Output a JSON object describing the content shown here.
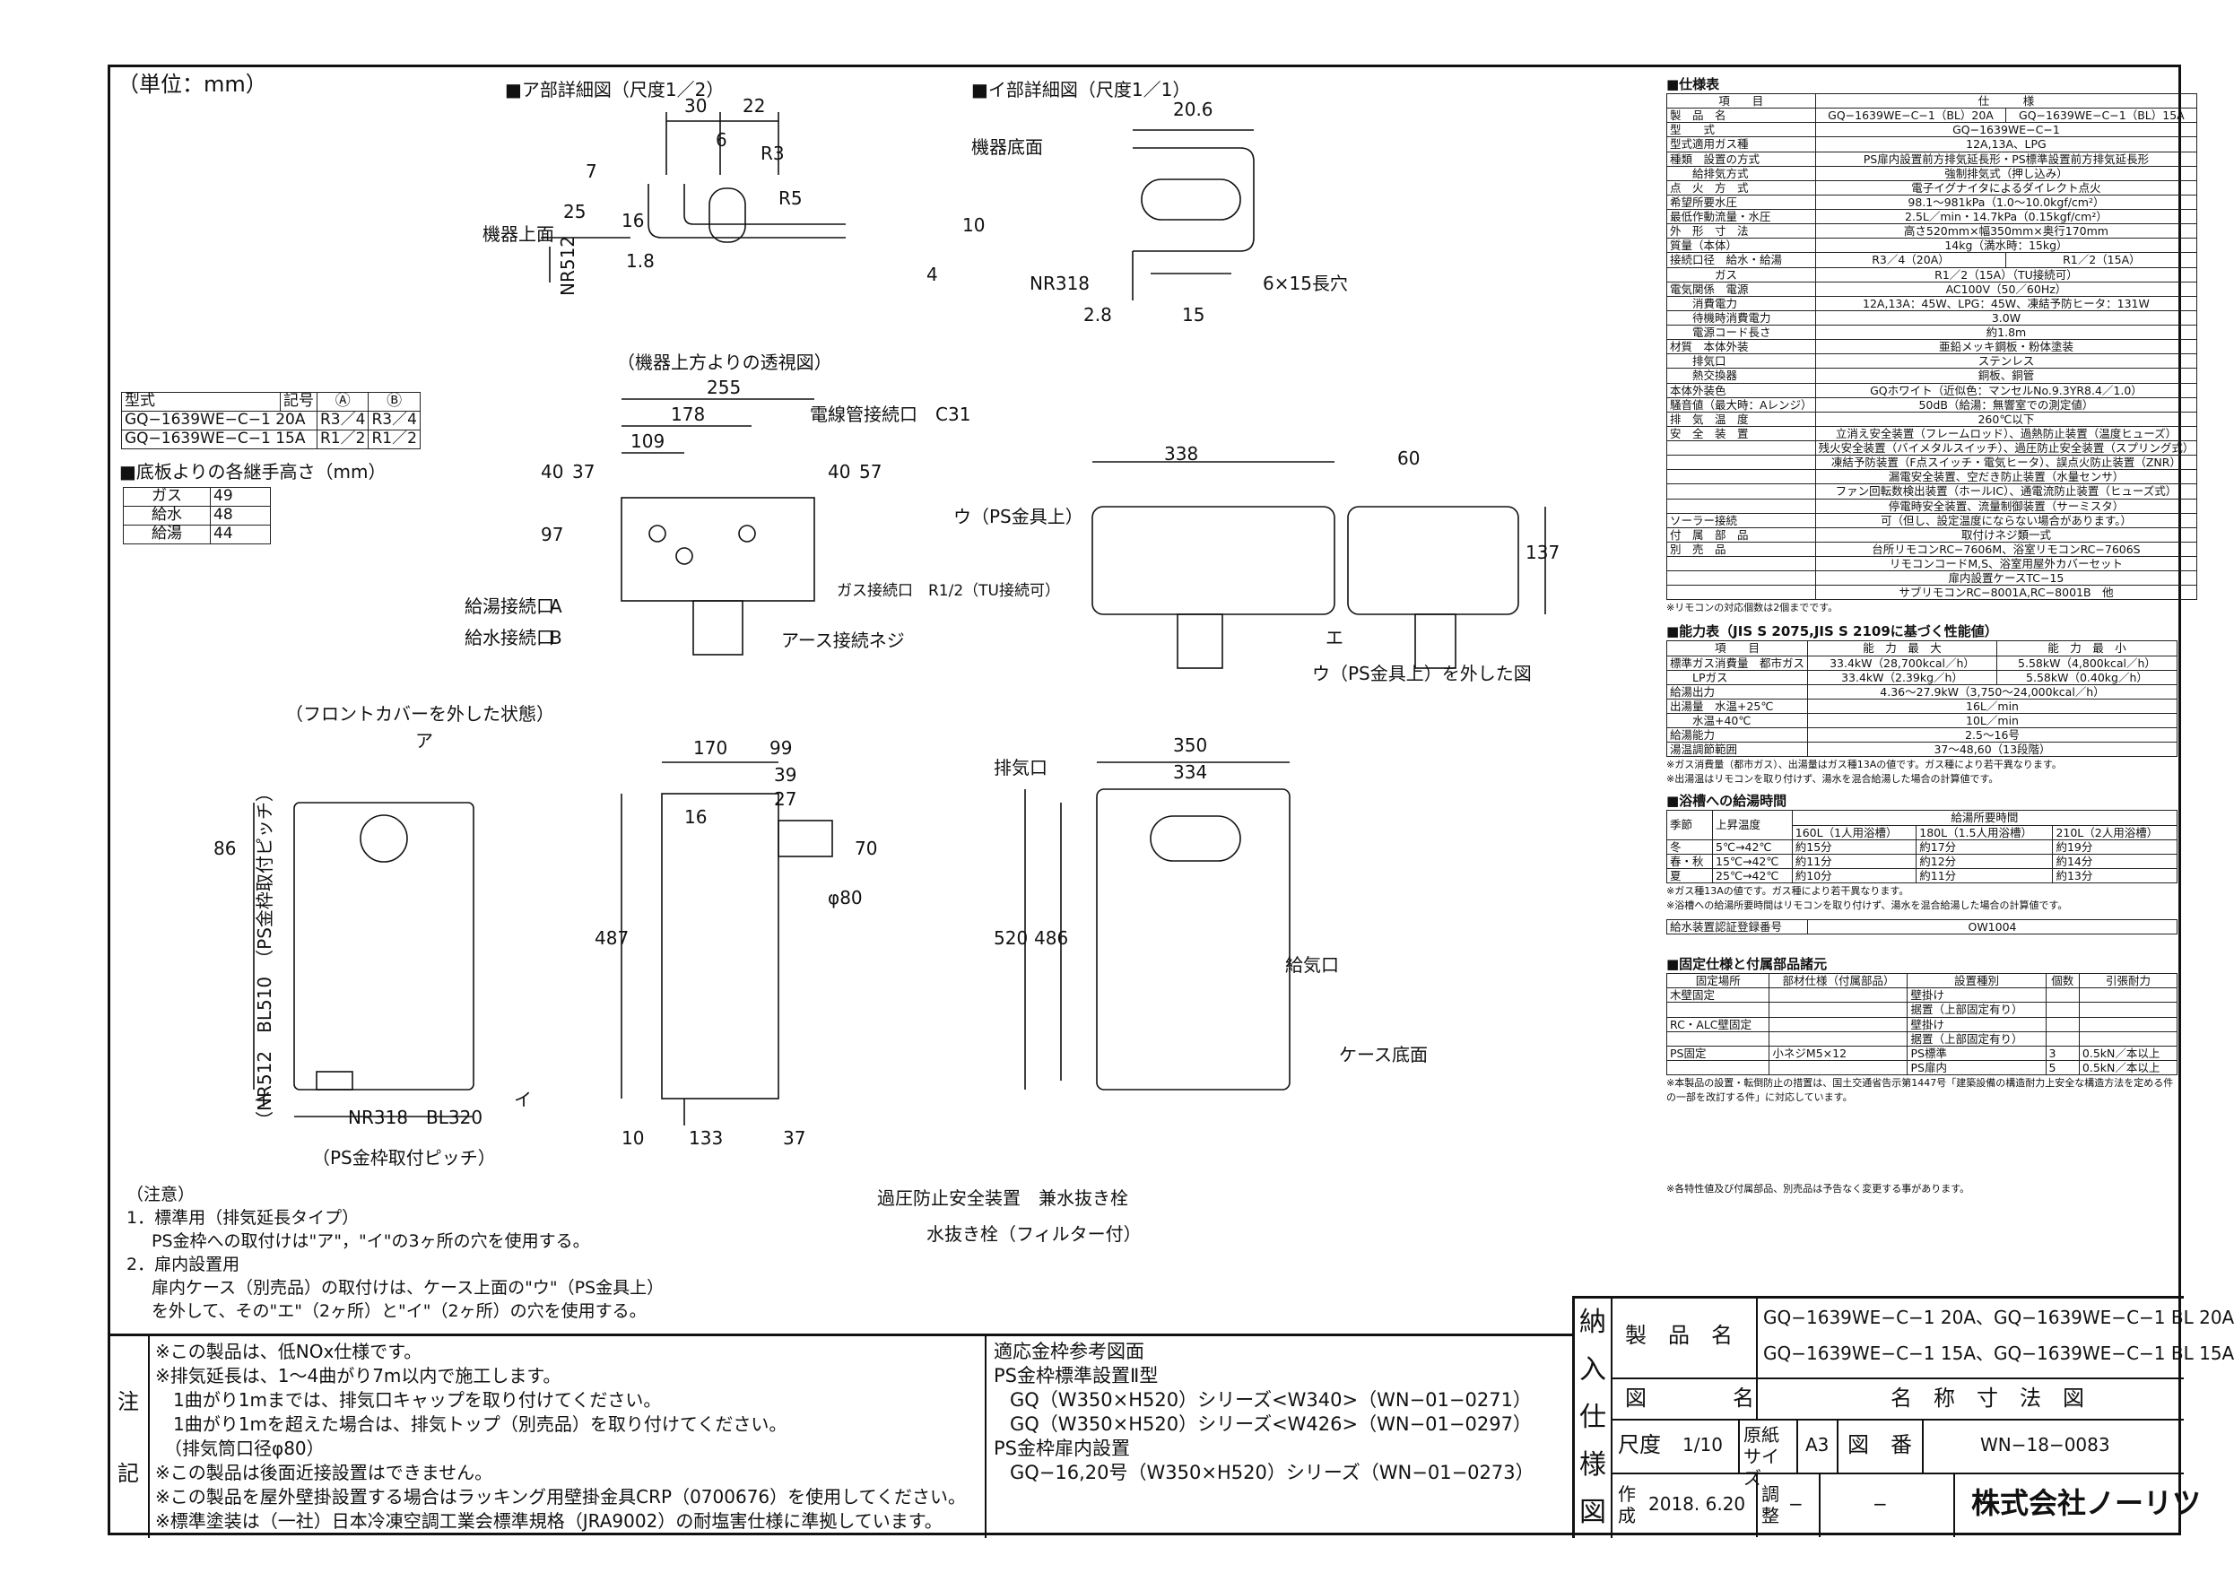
{
  "unit_label": "（単位：mm）",
  "views": {
    "detail_a": "■ア部詳細図（尺度1／2）",
    "detail_i": "■イ部詳細図（尺度1／1）",
    "top_view": "（機器上方よりの透視図）",
    "front_view": "（フロントカバーを外した状態）",
    "ps_removed": "ウ（PS金具上）を外した図"
  },
  "labels": {
    "kiki_joumen": "機器上面",
    "kiki_teimen": "機器底面",
    "nr512": "NR512",
    "nr318": "NR318",
    "slot": "6×15長穴",
    "cable": "電線管接続口　C31",
    "gas_port": "ガス接続口　R1/2（TU接続可）",
    "hot_port": "給湯接続口",
    "water_port": "給水接続口",
    "earth": "アース接続ネジ",
    "u_ps": "ウ（PS金具上）",
    "e": "エ",
    "a_mark": "ア",
    "i_mark": "イ",
    "exhaust": "排気口",
    "intake": "給気口",
    "case_bottom": "ケース底面",
    "pressure_valve": "過圧防止安全装置　兼水抜き栓",
    "drain_valve": "水抜き栓（フィルター付）",
    "ps_pitch_v": "（NR512　BL510　（PS金枠取付ピッチ）",
    "nr318_bl320": "NR318　BL320",
    "ps_pitch_h": "（PS金枠取付ピッチ）",
    "circle_a": "A",
    "circle_b": "B"
  },
  "dims": {
    "d30": "30",
    "d22": "22",
    "d6": "6",
    "r3": "R3",
    "r5": "R5",
    "d7": "7",
    "d25": "25",
    "d16": "16",
    "d1_8": "1.8",
    "d10": "10",
    "d4": "4",
    "d20_6": "20.6",
    "d2_8": "2.8",
    "d15": "15",
    "d255": "255",
    "d178": "178",
    "d109": "109",
    "d37": "37",
    "d40": "40",
    "d57": "57",
    "d97": "97",
    "d338": "338",
    "d60": "60",
    "d137": "137",
    "d170": "170",
    "d99": "99",
    "d39": "39",
    "d27": "27",
    "d350": "350",
    "d334": "334",
    "d86": "86",
    "d487": "487",
    "d520": "520",
    "d486": "486",
    "d70": "70",
    "phi80": "φ80",
    "d133": "133",
    "d10b": "10",
    "d37b": "37"
  },
  "model_table": {
    "header": [
      "型式",
      "記号",
      "Ⓐ",
      "Ⓑ"
    ],
    "rows": [
      [
        "GQ−1639WE−C−1 20A",
        "R3／4",
        "R3／4"
      ],
      [
        "GQ−1639WE−C−1 15A",
        "R1／2",
        "R1／2"
      ]
    ]
  },
  "height_table": {
    "title": "■底板よりの各継手高さ（mm）",
    "rows": [
      [
        "ガス",
        "49"
      ],
      [
        "給水",
        "48"
      ],
      [
        "給湯",
        "44"
      ]
    ]
  },
  "notes_left": {
    "title": "（注意）",
    "lines": [
      "1．標準用（排気延長タイプ）",
      "PS金枠への取付けは\"ア\"，\"イ\"の3ヶ所の穴を使用する。",
      "2．扉内設置用",
      "扉内ケース（別売品）の取付けは、ケース上面の\"ウ\"（PS金具上）",
      "を外して、その\"エ\"（2ヶ所）と\"イ\"（2ヶ所）の穴を使用する。"
    ]
  },
  "spec": {
    "title": "■仕様表",
    "header": [
      "項　　目",
      "仕　　　様"
    ],
    "rows": [
      [
        "製　品　名",
        "GQ−1639WE−C−1（BL）20A",
        "GQ−1639WE−C−1（BL）15A"
      ],
      [
        "型　　式",
        "GQ−1639WE−C−1"
      ],
      [
        "型式適用ガス種",
        "12A,13A、LPG"
      ],
      [
        "種類　設置の方式",
        "PS扉内設置前方排気延長形・PS標準設置前方排気延長形"
      ],
      [
        "　　給排気方式",
        "強制排気式（押し込み）"
      ],
      [
        "点　火　方　式",
        "電子イグナイタによるダイレクト点火"
      ],
      [
        "希望所要水圧",
        "98.1〜981kPa（1.0〜10.0kgf/cm²）"
      ],
      [
        "最低作動流量・水圧",
        "2.5L／min・14.7kPa（0.15kgf/cm²）"
      ],
      [
        "外　形　寸　法",
        "高さ520mm×幅350mm×奥行170mm"
      ],
      [
        "質量（本体）",
        "14kg（満水時：15kg）"
      ],
      [
        "接続口径　給水・給湯",
        "R3／4（20A）",
        "R1／2（15A）"
      ],
      [
        "　　　　ガス",
        "R1／2（15A）（TU接続可）"
      ],
      [
        "電気関係　電源",
        "AC100V（50／60Hz）"
      ],
      [
        "　　消費電力",
        "12A,13A：45W、LPG：45W、凍結予防ヒータ：131W"
      ],
      [
        "　　待機時消費電力",
        "3.0W"
      ],
      [
        "　　電源コード長さ",
        "約1.8m"
      ],
      [
        "材質　本体外装",
        "亜鉛メッキ鋼板・粉体塗装"
      ],
      [
        "　　排気口",
        "ステンレス"
      ],
      [
        "　　熱交換器",
        "銅板、銅管"
      ],
      [
        "本体外装色",
        "GQホワイト（近似色：マンセルNo.9.3YR8.4／1.0）"
      ],
      [
        "騒音値（最大時：Aレンジ）",
        "50dB（給湯：無響室での測定値）"
      ],
      [
        "排　気　温　度",
        "260℃以下"
      ],
      [
        "安　全　装　置",
        "立消え安全装置（フレームロッド）、過熱防止装置（温度ヒューズ）"
      ],
      [
        "",
        "残火安全装置（バイメタルスイッチ）、過圧防止安全装置（スプリング式）"
      ],
      [
        "",
        "凍結予防装置（F点スイッチ・電気ヒータ）、誤点火防止装置（ZNR）"
      ],
      [
        "",
        "漏電安全装置、空だき防止装置（水量センサ）"
      ],
      [
        "",
        "ファン回転数検出装置（ホールIC）、通電流防止装置（ヒューズ式）"
      ],
      [
        "",
        "停電時安全装置、流量制御装置（サーミスタ）"
      ],
      [
        "ソーラー接続",
        "可（但し、設定温度にならない場合があります。）"
      ],
      [
        "付　属　部　品",
        "取付けネジ類一式"
      ],
      [
        "別　売　品",
        "台所リモコンRC−7606M、浴室リモコンRC−7606S"
      ],
      [
        "",
        "リモコンコードM,S、浴室用屋外カバーセット"
      ],
      [
        "",
        "扉内設置ケースTC−15"
      ],
      [
        "",
        "サブリモコンRC−8001A,RC−8001B　他"
      ]
    ],
    "footnote": "※リモコンの対応個数は2個までです。"
  },
  "capacity": {
    "title": "■能力表（JIS S 2075,JIS S 2109に基づく性能値）",
    "header": [
      "項　　目",
      "能　力　最　大",
      "能　力　最　小"
    ],
    "rows": [
      [
        "標準ガス消費量　都市ガス",
        "33.4kW（28,700kcal／h）",
        "5.58kW（4,800kcal／h）"
      ],
      [
        "　　LPガス",
        "33.4kW（2.39kg／h）",
        "5.58kW（0.40kg／h）"
      ],
      [
        "給湯出力",
        "4.36〜27.9kW（3,750〜24,000kcal／h）",
        ""
      ],
      [
        "出湯量　水温+25℃",
        "16L／min",
        ""
      ],
      [
        "　　水温+40℃",
        "10L／min",
        ""
      ],
      [
        "給湯能力",
        "2.5〜16号",
        ""
      ],
      [
        "湯温調節範囲",
        "37〜48,60（13段階）",
        ""
      ]
    ],
    "notes": [
      "※ガス消費量（都市ガス）、出湯量はガス種13Aの値です。ガス種により若干異なります。",
      "※出湯温はリモコンを取り付けず、湯水を混合給湯した場合の計算値です。"
    ]
  },
  "bath": {
    "title": "■浴槽への給湯時間",
    "header": [
      "季節",
      "上昇温度",
      "給湯所要時間",
      "160L（1人用浴槽）",
      "180L（1.5人用浴槽）",
      "210L（2人用浴槽）"
    ],
    "rows": [
      [
        "冬",
        "5℃→42℃",
        "約15分",
        "約17分",
        "約19分"
      ],
      [
        "春・秋",
        "15℃→42℃",
        "約11分",
        "約12分",
        "約14分"
      ],
      [
        "夏",
        "25℃→42℃",
        "約10分",
        "約11分",
        "約13分"
      ]
    ],
    "notes": [
      "※ガス種13Aの値です。ガス種により若干異なります。",
      "※浴槽への給湯所要時間はリモコンを取り付けず、湯水を混合給湯した場合の計算値です。"
    ],
    "cert_label": "給水装置認証登録番号",
    "cert_value": "OW1004"
  },
  "fixing": {
    "title": "■固定仕様と付属部品諸元",
    "header": [
      "固定場所",
      "部材仕様（付属部品）",
      "設置種別",
      "個数",
      "引張耐力"
    ],
    "rows": [
      [
        "木壁固定",
        "",
        "壁掛け",
        "",
        ""
      ],
      [
        "",
        "",
        "据置（上部固定有り）",
        "",
        ""
      ],
      [
        "RC・ALC壁固定",
        "",
        "壁掛け",
        "",
        ""
      ],
      [
        "",
        "",
        "据置（上部固定有り）",
        "",
        ""
      ],
      [
        "PS固定",
        "小ネジM5×12",
        "PS標準",
        "3",
        "0.5kN／本以上"
      ],
      [
        "",
        "",
        "PS扉内",
        "5",
        "0.5kN／本以上"
      ]
    ],
    "note": "※本製品の設置・転倒防止の措置は、国土交通省告示第1447号「建築設備の構造耐力上安全な構造方法を定める件の一部を改訂する件」に対応しています。"
  },
  "right_note": "※各特性値及び付属部品、別売品は予告なく変更する事があります。",
  "bottom_notes": {
    "label_chu": "注",
    "label_ki": "記",
    "lines": [
      "※この製品は、低NOx仕様です。",
      "※排気延長は、1〜4曲がり7m以内で施工します。",
      "　1曲がり1mまでは、排気口キャップを取り付けてください。",
      "　1曲がり1mを超えた場合は、排気トップ（別売品）を取り付けてください。",
      "　（排気筒口径φ80）",
      "※この製品は後面近接設置はできません。",
      "※この製品を屋外壁掛設置する場合はラッキング用壁掛金具CRP（0700676）を使用してください。",
      "※標準塗装は（一社）日本冷凍空調工業会標準規格（JRA9002）の耐塩害仕様に準拠しています。"
    ]
  },
  "frame_refs": {
    "lines": [
      "適応金枠参考図面",
      "PS金枠標準設置Ⅱ型",
      "GQ（W350×H520）シリーズ<W340>（WN−01−0271）",
      "GQ（W350×H520）シリーズ<W426>（WN−01−0297）",
      "PS金枠扉内設置",
      "GQ−16,20号（W350×H520）シリーズ（WN−01−0273）"
    ]
  },
  "title_block": {
    "side_label": [
      "納",
      "入",
      "仕",
      "様",
      "図"
    ],
    "product_label": "製　品　名",
    "product_line1": "GQ−1639WE−C−1 20A、GQ−1639WE−C−1 BL 20A",
    "product_line2": "GQ−1639WE−C−1 15A、GQ−1639WE−C−1 BL 15A",
    "drawing_label": "図　　　　名",
    "drawing_name": "名　称　寸　法　図",
    "scale_label": "尺度",
    "scale_value": "1/10",
    "paper_label": "原紙サイズ",
    "paper_value": "A3",
    "number_label": "図　番",
    "number_value": "WN−18−0083",
    "made_label": "作成",
    "made_value": "2018. 6.20",
    "check_label": "調整",
    "check_value": "−",
    "check_value2": "−",
    "company": "株式会社ノーリツ"
  }
}
